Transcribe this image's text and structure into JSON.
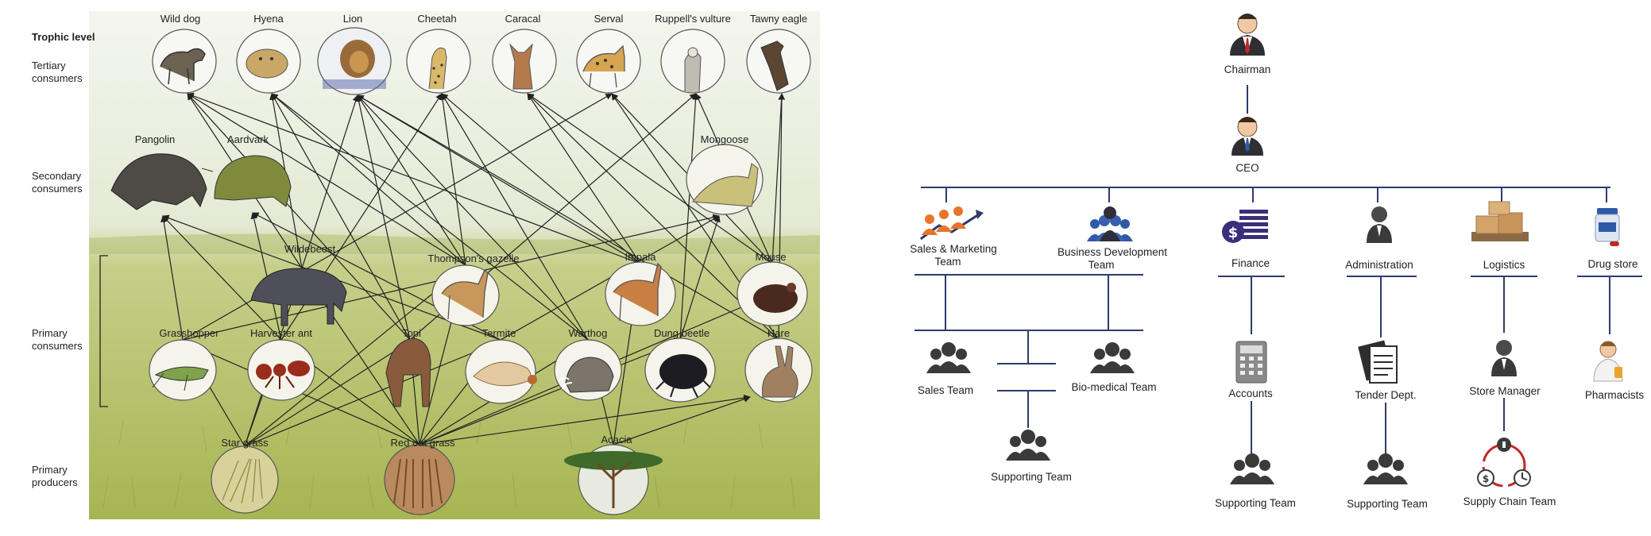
{
  "food_web": {
    "header": "Trophic level",
    "levels": {
      "tertiary": [
        "Tertiary",
        "consumers"
      ],
      "secondary": [
        "Secondary",
        "consumers"
      ],
      "primary_consumers": [
        "Primary",
        "consumers"
      ],
      "producers": [
        "Primary",
        "producers"
      ]
    },
    "tertiary_consumers": [
      "Wild dog",
      "Hyena",
      "Lion",
      "Cheetah",
      "Caracal",
      "Serval",
      "Ruppell's vulture",
      "Tawny eagle"
    ],
    "secondary_consumers": [
      "Pangolin",
      "Aardvark",
      "Mongoose"
    ],
    "primary_consumers": [
      "Wildebeest",
      "Thompson's gazelle",
      "Impala",
      "Mouse",
      "Grasshopper",
      "Harvester ant",
      "Topi",
      "Termite",
      "Warthog",
      "Dung beetle",
      "Hare"
    ],
    "producers": [
      "Star grass",
      "Red oat grass",
      "Acacia"
    ]
  },
  "org_chart": {
    "chairman": "Chairman",
    "ceo": "CEO",
    "departments": {
      "sales_marketing": [
        "Sales & Marketing",
        "Team"
      ],
      "business_dev": [
        "Business Development",
        "Team"
      ],
      "finance": "Finance",
      "administration": "Administration",
      "logistics": "Logistics",
      "drug_store": "Drug store"
    },
    "sub": {
      "sales_team": "Sales Team",
      "biomedical_team": "Bio-medical Team",
      "supporting_team_1": "Supporting Team",
      "accounts": "Accounts",
      "tender_dept": "Tender Dept.",
      "store_manager": "Store Manager",
      "pharmacists": "Pharmacists",
      "supporting_team_2": "Supporting Team",
      "supporting_team_3": "Supporting Team",
      "supply_chain_team": "Supply Chain Team"
    }
  },
  "colors": {
    "line": "#2f3b6a",
    "icon_dark": "#3a3a3a",
    "accent_orange": "#e8742a",
    "accent_blue": "#2f5aa8",
    "accent_purple": "#3b2e7a",
    "grass": "#b9c468",
    "sky": "#eef3ea"
  }
}
